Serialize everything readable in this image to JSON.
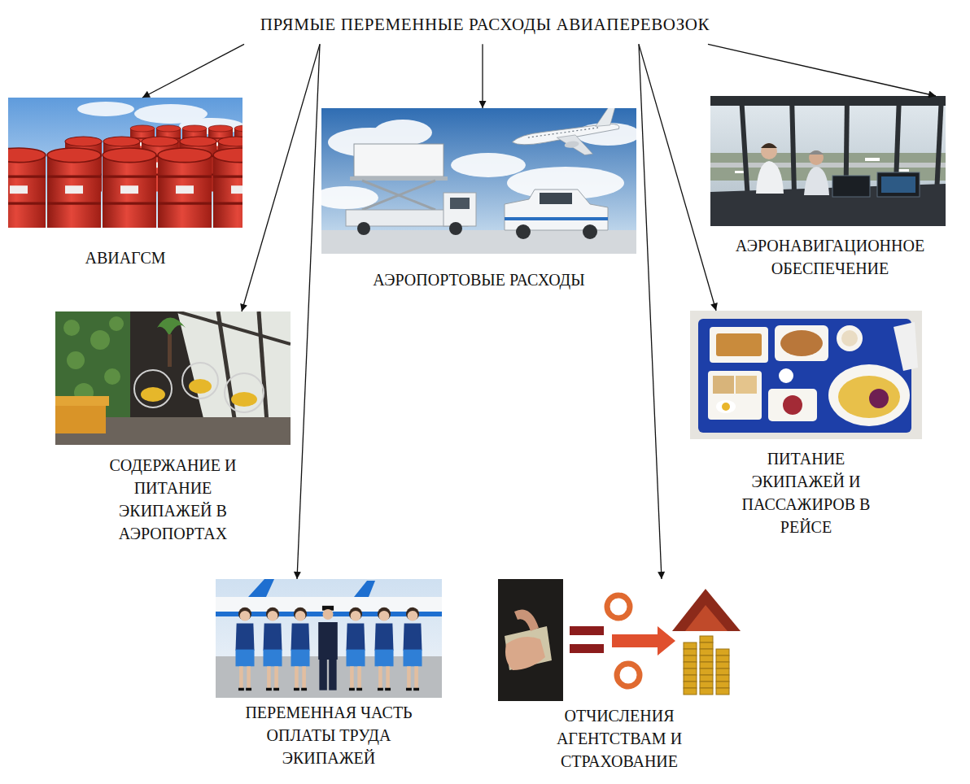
{
  "diagram": {
    "nodes": [
      {
        "text": [
          "ПРЯМЫЕ ПЕРЕМЕННЫЕ РАСХОДЫ АВИАПЕРЕВОЗОК"
        ]
      },
      {
        "text": [
          "АВИАГСМ"
        ]
      },
      {
        "text": [
          "АЭРОПОРТОВЫЕ РАСХОДЫ"
        ]
      },
      {
        "text": [
          "АЭРОНАВИГАЦИОННОЕ ОБЕСПЕЧЕНИЕ"
        ]
      },
      {
        "text": [
          "СОДЕРЖАНИЕ И ПИТАНИЕ ЭКИПАЖЕЙ В АЭРОПОРТАХ"
        ]
      },
      {
        "text": [
          "ПИТАНИЕ ЭКИПАЖЕЙ И ПАССАЖИРОВ В РЕЙСЕ"
        ]
      },
      {
        "text": [
          "ПЕРЕМЕННАЯ ЧАСТЬ ОПЛАТЫ ТРУДА ЭКИПАЖЕЙ"
        ]
      },
      {
        "text": [
          "ОТЧИСЛЕНИЯ АГЕНТСТВАМ И СТРАХОВАНИЕ"
        ]
      }
    ],
    "edges": [
      {
        "from": 0,
        "to": 1,
        "arrow": "to"
      },
      {
        "from": 0,
        "to": 2,
        "arrow": "to"
      },
      {
        "from": 0,
        "to": 3,
        "arrow": "to"
      },
      {
        "from": 0,
        "to": 4,
        "arrow": "to"
      },
      {
        "from": 0,
        "to": 5,
        "arrow": "to"
      },
      {
        "from": 0,
        "to": 6,
        "arrow": "to"
      },
      {
        "from": 0,
        "to": 7,
        "arrow": "to"
      }
    ]
  }
}
